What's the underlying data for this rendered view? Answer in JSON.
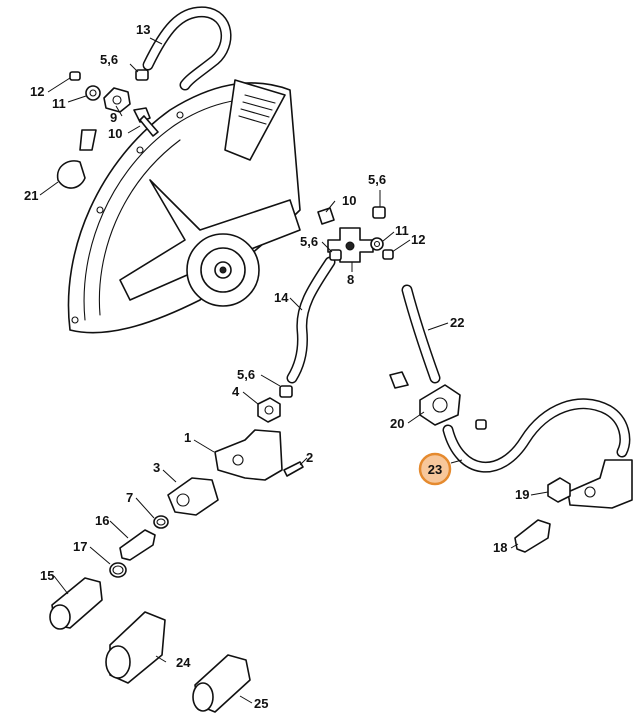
{
  "callouts": {
    "c1": "1",
    "c2": "2",
    "c3": "3",
    "c4": "4",
    "c56a": "5,6",
    "c56b": "5,6",
    "c56c": "5,6",
    "c56d": "5,6",
    "c7": "7",
    "c8": "8",
    "c9": "9",
    "c10a": "10",
    "c10b": "10",
    "c11a": "11",
    "c11b": "11",
    "c12a": "12",
    "c12b": "12",
    "c13": "13",
    "c14": "14",
    "c15": "15",
    "c16": "16",
    "c17": "17",
    "c18": "18",
    "c19": "19",
    "c20": "20",
    "c21": "21",
    "c22": "22",
    "c23": "23",
    "c24": "24",
    "c25": "25"
  },
  "highlight": {
    "part": "23",
    "color": "#e58a2e",
    "fill": "#f7c79b"
  }
}
